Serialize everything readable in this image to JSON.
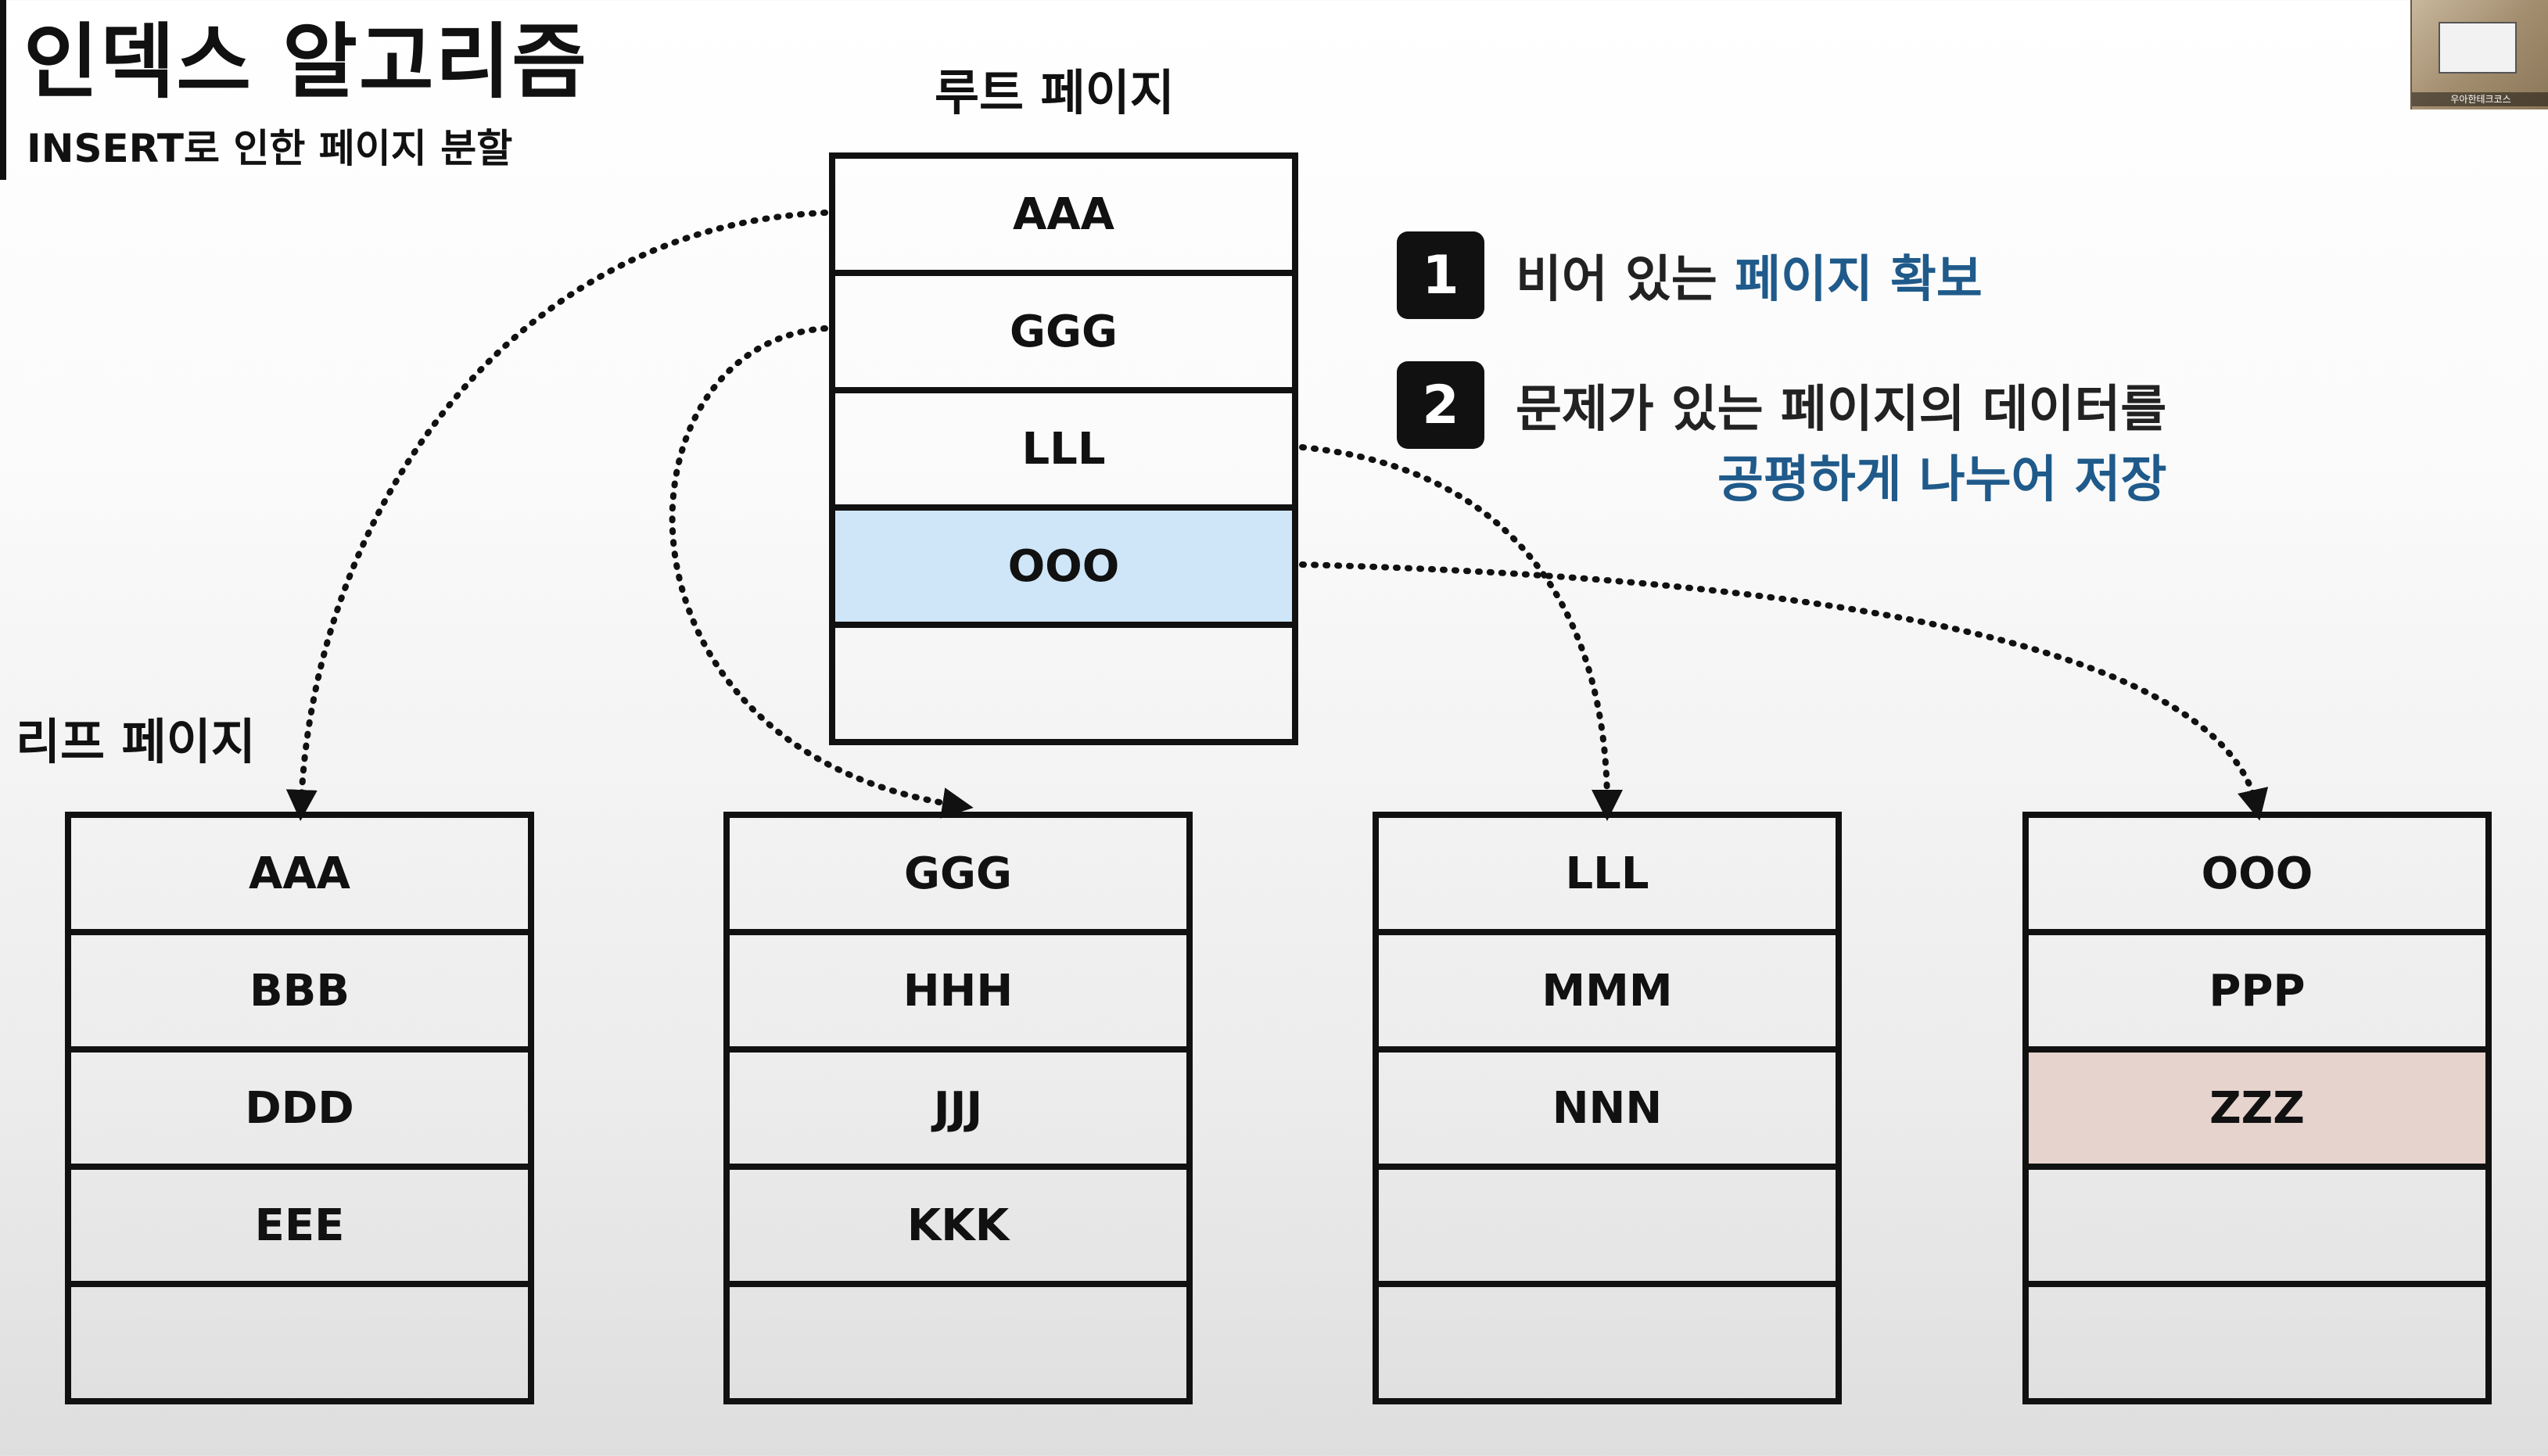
{
  "header": {
    "title": "인덱스 알고리즘",
    "subtitle": "INSERT로 인한 페이지 분할"
  },
  "labels": {
    "root": "루트 페이지",
    "leaf": "리프 페이지"
  },
  "root_page": {
    "cells": [
      "AAA",
      "GGG",
      "LLL",
      "OOO",
      ""
    ],
    "highlight_index": 3
  },
  "leaf_pages": [
    {
      "cells": [
        "AAA",
        "BBB",
        "DDD",
        "EEE",
        ""
      ]
    },
    {
      "cells": [
        "GGG",
        "HHH",
        "JJJ",
        "KKK",
        ""
      ]
    },
    {
      "cells": [
        "LLL",
        "MMM",
        "NNN",
        "",
        ""
      ]
    },
    {
      "cells": [
        "OOO",
        "PPP",
        "ZZZ",
        "",
        ""
      ],
      "highlight_index": 2
    }
  ],
  "steps": [
    {
      "number": "1",
      "text": "비어 있는 ",
      "accent": "페이지 확보"
    },
    {
      "number": "2",
      "text": "문제가 있는 페이지의 데이터를",
      "accent": "공평하게 나누어 저장"
    }
  ],
  "webcam": {
    "caption": "우아한테크코스"
  },
  "colors": {
    "accent": "#1f5a8a",
    "highlight_blue": "#cfe6f8",
    "highlight_pink": "#e6d3cd",
    "border": "#111111"
  }
}
